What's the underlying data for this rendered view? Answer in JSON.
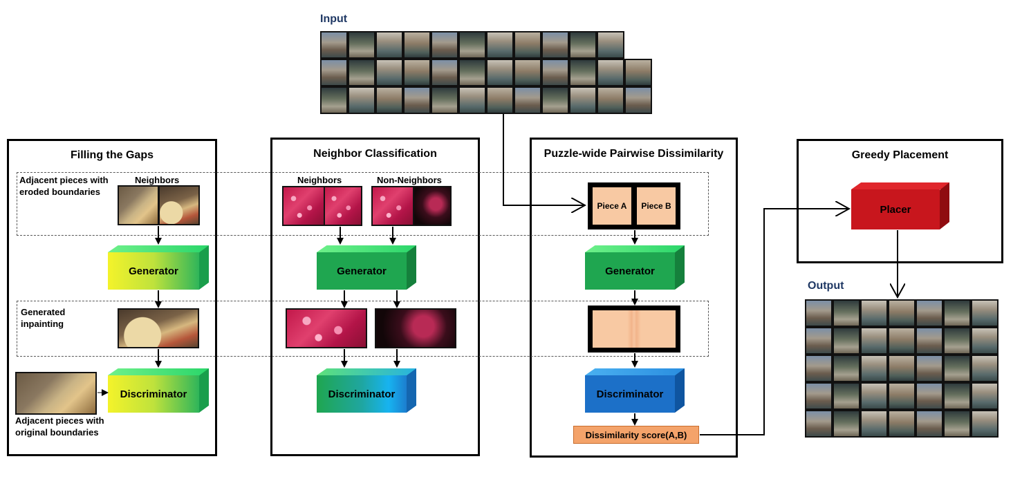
{
  "input": {
    "label": "Input"
  },
  "output": {
    "label": "Output"
  },
  "panels": {
    "filling": {
      "title": "Filling the Gaps",
      "adjacent_eroded": "Adjacent pieces with eroded boundaries",
      "neighbors": "Neighbors",
      "generator": "Generator",
      "generated_inpainting": "Generated inpainting",
      "discriminator": "Discriminator",
      "adjacent_original": "Adjacent pieces with original boundaries"
    },
    "neighbor": {
      "title": "Neighbor Classification",
      "neighbors": "Neighbors",
      "non_neighbors": "Non-Neighbors",
      "generator": "Generator",
      "discriminator": "Discriminator"
    },
    "puzzle": {
      "title": "Puzzle-wide Pairwise Dissimilarity",
      "piece_a": "Piece A",
      "piece_b": "Piece B",
      "generator": "Generator",
      "discriminator": "Discriminator",
      "score": "Dissimilarity score(A,B)"
    },
    "greedy": {
      "title": "Greedy Placement",
      "placer": "Placer"
    }
  },
  "colors": {
    "heading_blue": "#1f3864",
    "generator_yellow_green": "#e8f04a",
    "generator_green": "#22a24f",
    "discriminator_blue": "#1f8fd6",
    "placer_red": "#c8161d",
    "score_orange": "#f4a36a",
    "piece_fill": "#f8c9a3"
  }
}
